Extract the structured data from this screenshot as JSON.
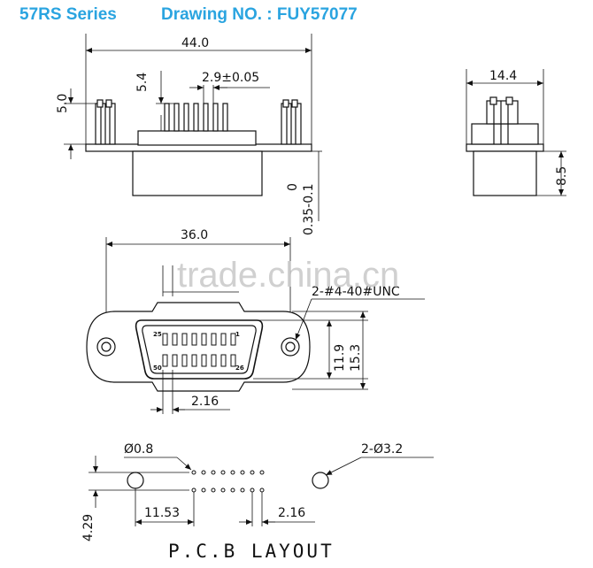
{
  "header": {
    "series": "57RS Series",
    "drawing_label": "Drawing NO. : FUY57077"
  },
  "front_view": {
    "width_dim": "44.0",
    "pin_height_dim": "5.4",
    "pin_pitch_dim": "2.9±0.05",
    "left_height_dim": "5.0",
    "tolerance_top": "0",
    "tolerance_bottom": "0.35-0.1"
  },
  "side_view": {
    "width_dim": "14.4",
    "height_dim": "8.5"
  },
  "face_view": {
    "mount_span_dim": "36.0",
    "thread_note": "2-#4-40#UNC",
    "inner_height_dim": "11.9",
    "outer_height_dim": "15.3",
    "pitch_dim": "2.16",
    "pin_label_tl": "25",
    "pin_label_tr": "1",
    "pin_label_bl": "50",
    "pin_label_br": "26"
  },
  "pcb_layout": {
    "pin_hole_dim": "Ø0.8",
    "mount_hole_dim": "2-Ø3.2",
    "row_offset_dim": "4.29",
    "hole_offset_dim": "11.53",
    "pitch_dim": "2.16",
    "title": "P.C.B LAYOUT"
  },
  "watermark": "trade.china.cn",
  "colors": {
    "header": "#2aa4e0",
    "lines": "#111111",
    "body_fill": "#ffffff"
  }
}
